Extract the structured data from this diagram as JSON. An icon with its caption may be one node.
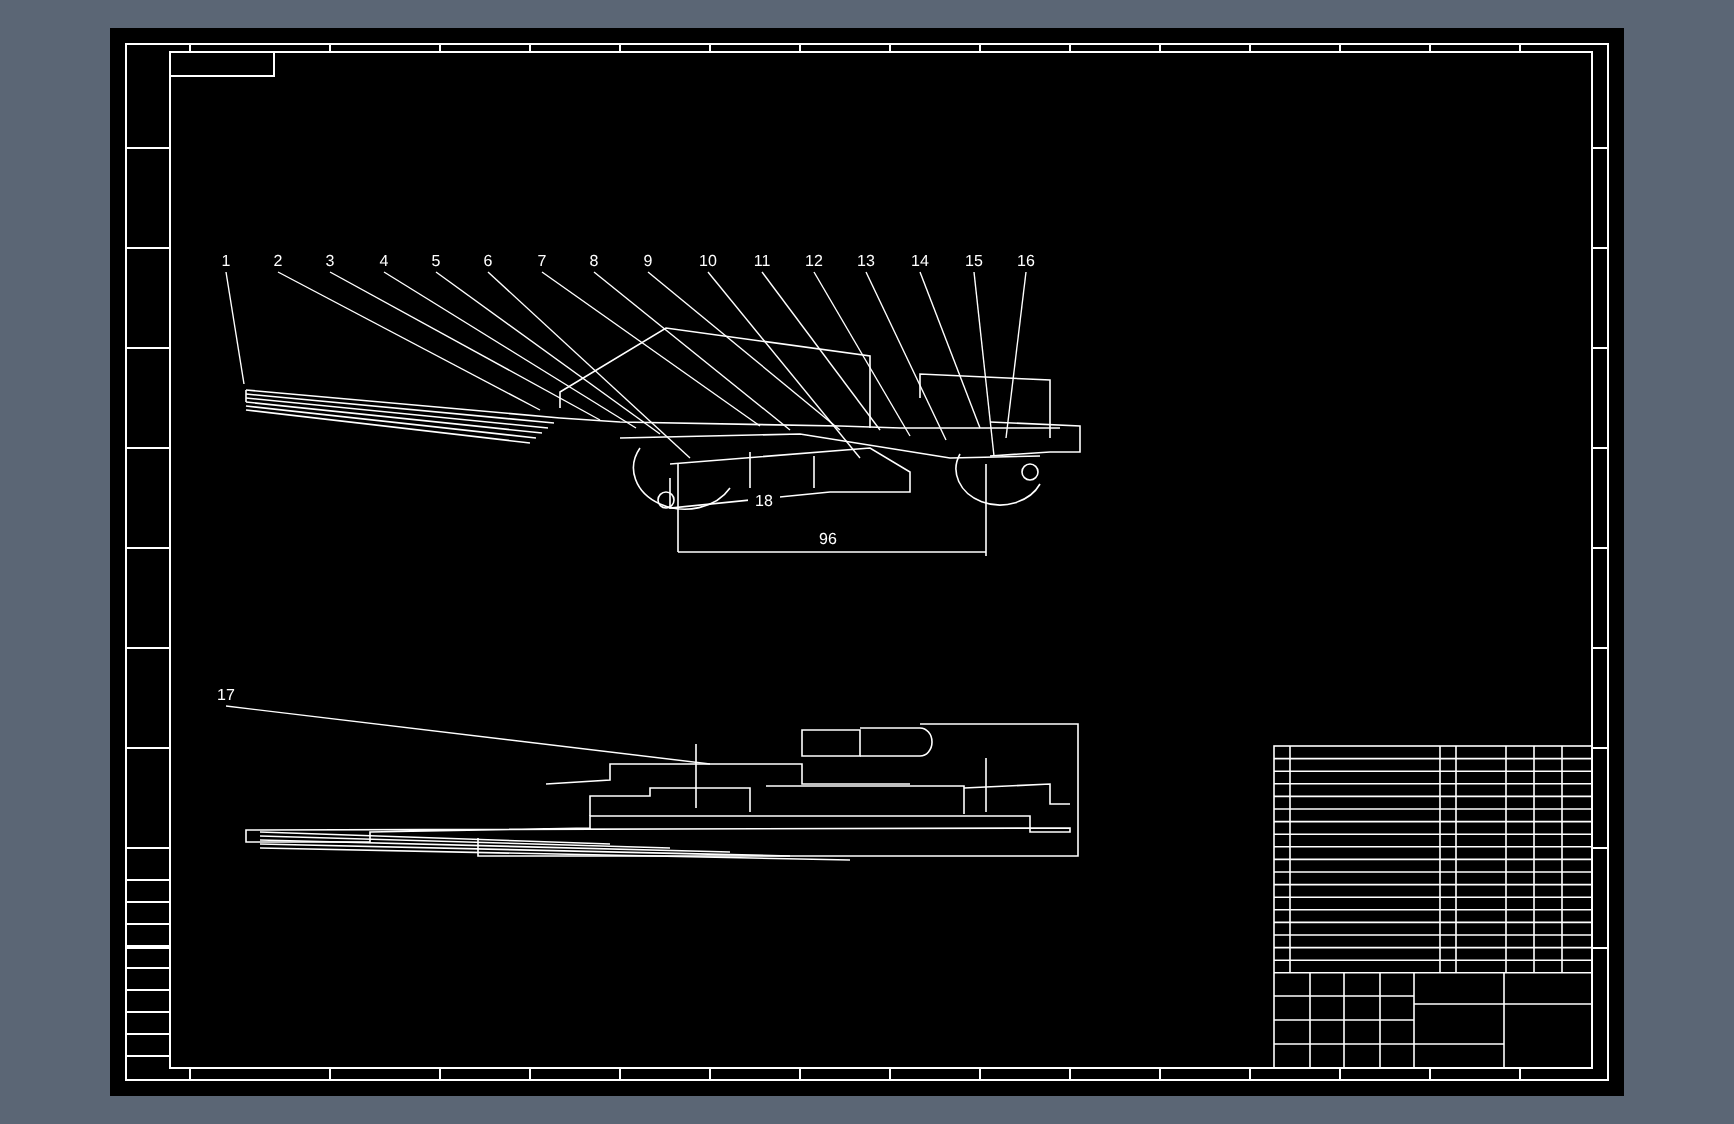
{
  "diagram": {
    "nodes": [
      {
        "text": [
          "1"
        ]
      },
      {
        "text": [
          "2"
        ]
      },
      {
        "text": [
          "3"
        ]
      },
      {
        "text": [
          "4"
        ]
      },
      {
        "text": [
          "5"
        ]
      },
      {
        "text": [
          "6"
        ]
      },
      {
        "text": [
          "7"
        ]
      },
      {
        "text": [
          "8"
        ]
      },
      {
        "text": [
          "9"
        ]
      },
      {
        "text": [
          "10"
        ]
      },
      {
        "text": [
          "11"
        ]
      },
      {
        "text": [
          "12"
        ]
      },
      {
        "text": [
          "13"
        ]
      },
      {
        "text": [
          "14"
        ]
      },
      {
        "text": [
          "15"
        ]
      },
      {
        "text": [
          "16"
        ]
      },
      {
        "text": [
          "17"
        ]
      },
      {
        "text": [],
        "shape": "picture"
      },
      {
        "text": [],
        "shape": "picture"
      }
    ],
    "edges": [
      {
        "from": 0,
        "to": 17,
        "arrow": "none"
      },
      {
        "from": 1,
        "to": 17,
        "arrow": "none"
      },
      {
        "from": 2,
        "to": 17,
        "arrow": "none"
      },
      {
        "from": 3,
        "to": 17,
        "arrow": "none"
      },
      {
        "from": 4,
        "to": 17,
        "arrow": "none"
      },
      {
        "from": 5,
        "to": 17,
        "arrow": "none"
      },
      {
        "from": 6,
        "to": 17,
        "arrow": "none"
      },
      {
        "from": 7,
        "to": 17,
        "arrow": "none"
      },
      {
        "from": 8,
        "to": 17,
        "arrow": "none"
      },
      {
        "from": 9,
        "to": 17,
        "arrow": "none"
      },
      {
        "from": 10,
        "to": 17,
        "arrow": "none"
      },
      {
        "from": 11,
        "to": 17,
        "arrow": "none"
      },
      {
        "from": 12,
        "to": 17,
        "arrow": "none"
      },
      {
        "from": 13,
        "to": 17,
        "arrow": "none"
      },
      {
        "from": 14,
        "to": 17,
        "arrow": "none"
      },
      {
        "from": 15,
        "to": 17,
        "arrow": "none"
      },
      {
        "from": 16,
        "to": 18,
        "arrow": "none"
      }
    ],
    "labels": [
      "18",
      "96"
    ]
  }
}
